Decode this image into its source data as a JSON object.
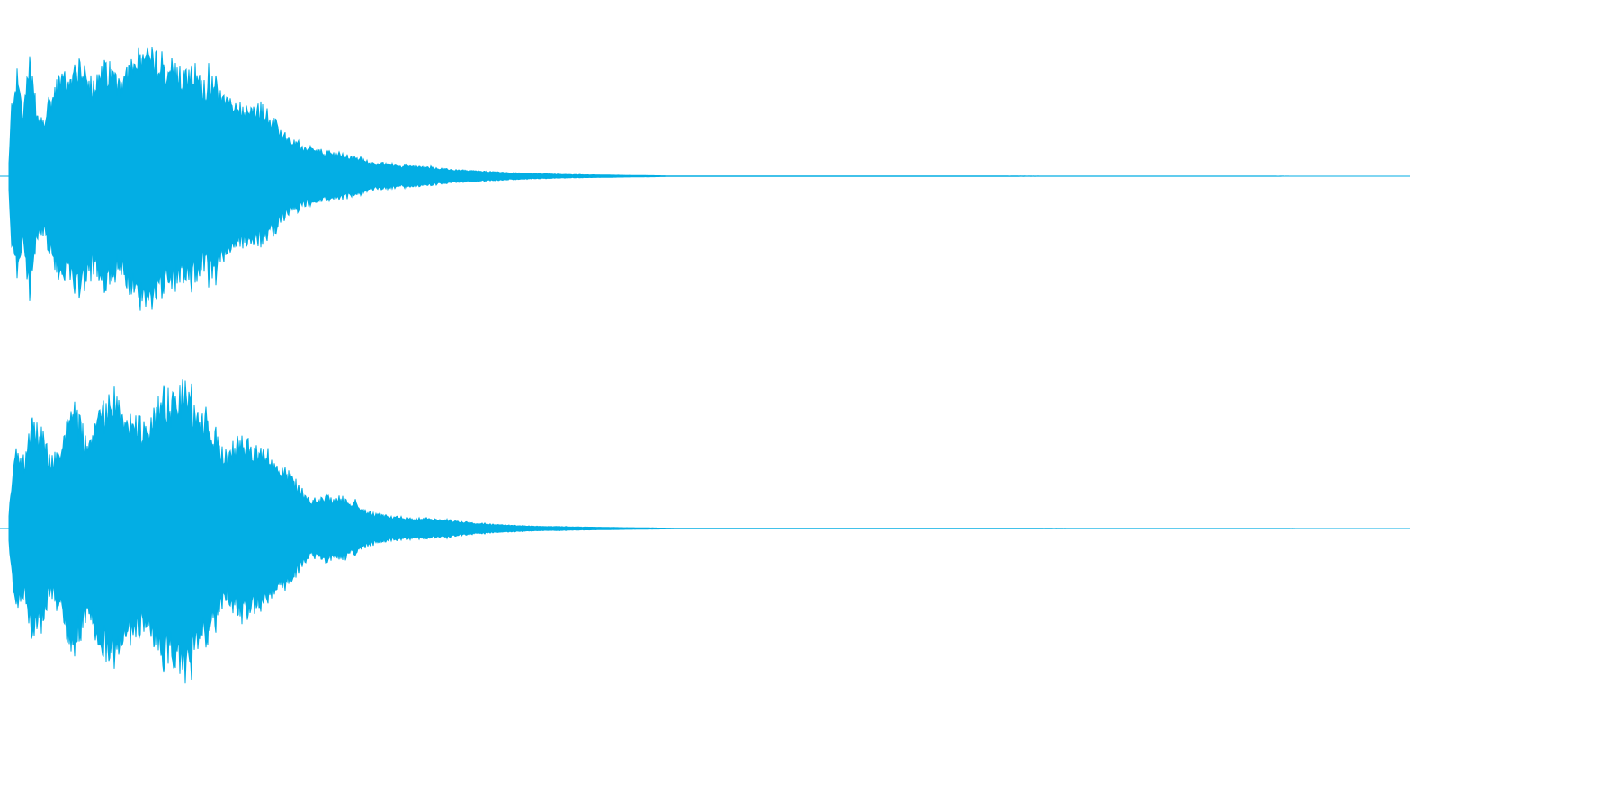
{
  "waveform": {
    "color": "#03aee4",
    "background": "#ffffff",
    "channels": [
      {
        "name": "",
        "envelope": [
          [
            0.0,
            0.1
          ],
          [
            0.002,
            0.55
          ],
          [
            0.006,
            0.75
          ],
          [
            0.01,
            0.5
          ],
          [
            0.015,
            0.85
          ],
          [
            0.02,
            0.45
          ],
          [
            0.025,
            0.42
          ],
          [
            0.03,
            0.6
          ],
          [
            0.04,
            0.75
          ],
          [
            0.05,
            0.82
          ],
          [
            0.06,
            0.72
          ],
          [
            0.07,
            0.8
          ],
          [
            0.08,
            0.74
          ],
          [
            0.09,
            0.88
          ],
          [
            0.1,
            0.95
          ],
          [
            0.11,
            0.85
          ],
          [
            0.12,
            0.82
          ],
          [
            0.13,
            0.8
          ],
          [
            0.14,
            0.7
          ],
          [
            0.15,
            0.66
          ],
          [
            0.16,
            0.55
          ],
          [
            0.17,
            0.48
          ],
          [
            0.18,
            0.52
          ],
          [
            0.19,
            0.4
          ],
          [
            0.2,
            0.28
          ],
          [
            0.21,
            0.22
          ],
          [
            0.22,
            0.19
          ],
          [
            0.24,
            0.16
          ],
          [
            0.26,
            0.1
          ],
          [
            0.28,
            0.08
          ],
          [
            0.3,
            0.07
          ],
          [
            0.32,
            0.045
          ],
          [
            0.34,
            0.035
          ],
          [
            0.37,
            0.02
          ],
          [
            0.4,
            0.012
          ],
          [
            0.43,
            0.008
          ],
          [
            0.44,
            0.006
          ],
          [
            0.46,
            0.004
          ],
          [
            0.47,
            0.002
          ],
          [
            1.0,
            0.0
          ]
        ]
      },
      {
        "name": "",
        "envelope": [
          [
            0.0,
            0.1
          ],
          [
            0.004,
            0.55
          ],
          [
            0.01,
            0.45
          ],
          [
            0.016,
            0.7
          ],
          [
            0.024,
            0.65
          ],
          [
            0.03,
            0.45
          ],
          [
            0.036,
            0.55
          ],
          [
            0.045,
            0.85
          ],
          [
            0.055,
            0.6
          ],
          [
            0.065,
            0.78
          ],
          [
            0.075,
            0.9
          ],
          [
            0.085,
            0.75
          ],
          [
            0.095,
            0.7
          ],
          [
            0.105,
            0.8
          ],
          [
            0.115,
            0.9
          ],
          [
            0.125,
            0.95
          ],
          [
            0.135,
            0.82
          ],
          [
            0.145,
            0.68
          ],
          [
            0.155,
            0.48
          ],
          [
            0.165,
            0.62
          ],
          [
            0.175,
            0.58
          ],
          [
            0.185,
            0.5
          ],
          [
            0.195,
            0.42
          ],
          [
            0.205,
            0.3
          ],
          [
            0.215,
            0.18
          ],
          [
            0.225,
            0.22
          ],
          [
            0.24,
            0.2
          ],
          [
            0.255,
            0.12
          ],
          [
            0.27,
            0.08
          ],
          [
            0.29,
            0.07
          ],
          [
            0.31,
            0.06
          ],
          [
            0.33,
            0.04
          ],
          [
            0.35,
            0.025
          ],
          [
            0.38,
            0.015
          ],
          [
            0.41,
            0.01
          ],
          [
            0.44,
            0.006
          ],
          [
            0.46,
            0.004
          ],
          [
            0.475,
            0.002
          ],
          [
            1.0,
            0.0
          ]
        ]
      }
    ]
  }
}
